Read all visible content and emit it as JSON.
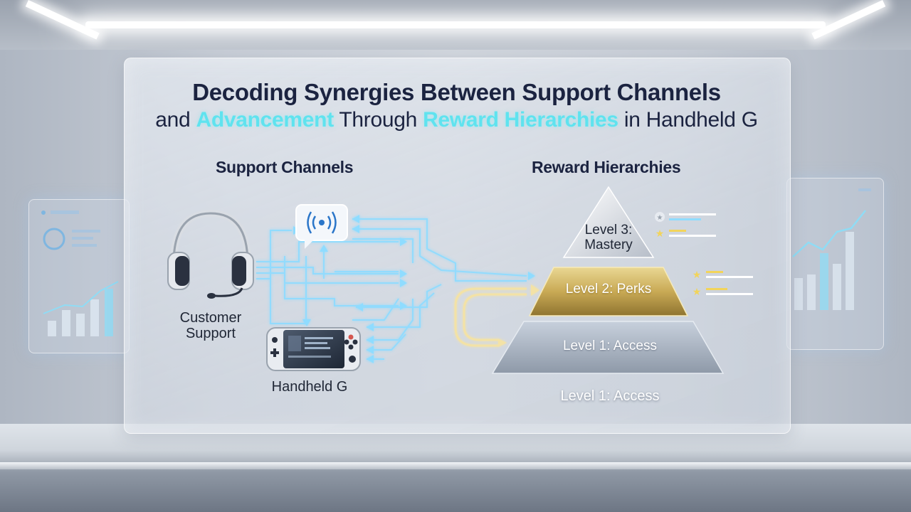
{
  "title": {
    "line1": "Decoding Synergies Between Support Channels",
    "line2_pre": "and ",
    "line2_hl1": "Advancement",
    "line2_mid": " Through ",
    "line2_hl2": "Reward Hierarchies",
    "line2_post": " in Handheld G"
  },
  "support": {
    "heading": "Support Channels",
    "customer_label": "Customer\nSupport",
    "handheld_label": "Handheld G"
  },
  "rewards": {
    "heading": "Reward Hierarchies",
    "tiers": [
      {
        "label": "Level 3:\nMastery"
      },
      {
        "label": "Level 2: Perks"
      },
      {
        "label": "Level 1: Access"
      }
    ],
    "base_caption": "Level 1: Access"
  },
  "colors": {
    "accent": "#5fe3ef",
    "title": "#1b2340",
    "gold": "#c9aa55",
    "glow": "#8fdcff"
  },
  "icons": [
    "headset-icon",
    "chat-signal-icon",
    "handheld-console-icon",
    "star-icon"
  ]
}
